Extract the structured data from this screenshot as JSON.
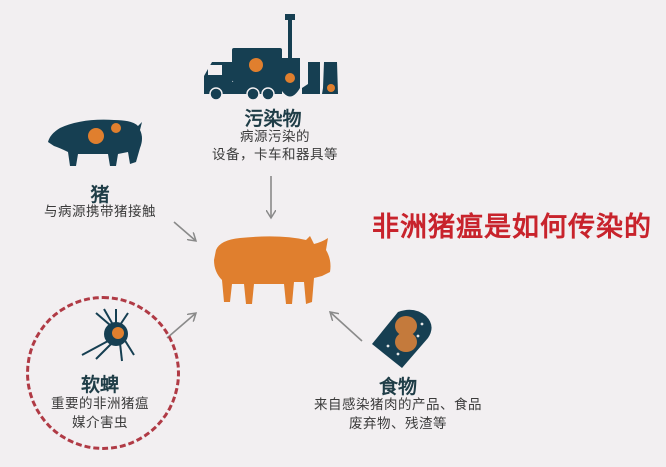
{
  "title": "非洲猪瘟是如何传染的",
  "colors": {
    "background": "#f2eff1",
    "title_red": "#c8232c",
    "dark_teal": "#163f52",
    "orange": "#e07f2e",
    "arrow_gray": "#8a8a8a",
    "tick_circle_red": "#b03a45"
  },
  "center": {
    "icon": "infected-pig-icon"
  },
  "sources": [
    {
      "id": "contaminants",
      "title": "污染物",
      "desc_lines": [
        "病源污染的",
        "设备，卡车和器具等"
      ],
      "icons": [
        "truck-icon",
        "shovel-icon",
        "boots-icon"
      ]
    },
    {
      "id": "pig",
      "title": "猪",
      "desc_lines": [
        "与病源携带猪接触"
      ],
      "icons": [
        "pig-icon"
      ]
    },
    {
      "id": "tick",
      "title": "软蜱",
      "desc_lines": [
        "重要的非洲猪瘟",
        "媒介害虫"
      ],
      "icons": [
        "tick-icon"
      ],
      "highlighted": true
    },
    {
      "id": "food",
      "title": "食物",
      "desc_lines": [
        "来自感染猪肉的产品、食品",
        "废弃物、残渣等"
      ],
      "icons": [
        "food-sandwich-icon"
      ]
    }
  ]
}
